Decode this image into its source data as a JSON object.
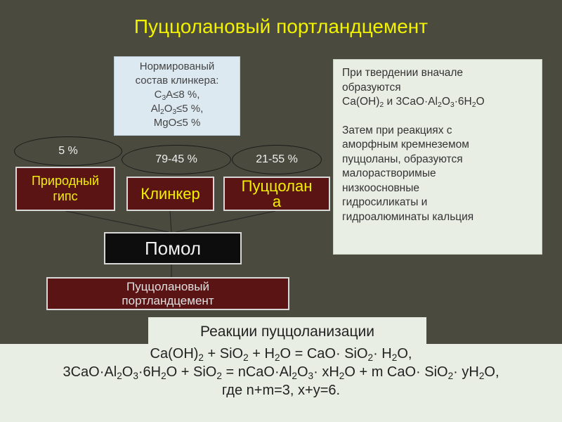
{
  "title": "Пуццолановый портландцемент",
  "clinker_composition": {
    "heading_1": "Нормированый",
    "heading_2": "состав клинкера:",
    "c3a": {
      "c": "C",
      "sub": "3",
      "rest": "A≤8 %,"
    },
    "al2o3": {
      "al": "Al",
      "sub1": "2",
      "o": "O",
      "sub2": "3",
      "rest": "≤5 %,"
    },
    "mgo": "MgO≤5 %"
  },
  "hardening": {
    "line1": "При твердении вначале",
    "line2": "образуются",
    "line3": {
      "a": "Ca(OH)",
      "a_sub": "2",
      "b": " и 3CaO·Al",
      "b_sub": "2",
      "c": "O",
      "c_sub": "3",
      "d": "·6H",
      "d_sub": "2",
      "e": "O"
    },
    "para2": [
      "Затем при реакциях с",
      "аморфным кремнеземом",
      "пуццоланы, образуются",
      "малорастворимые",
      "низкоосновные",
      "гидросиликаты и",
      "гидроалюминаты кальция"
    ]
  },
  "percentages": {
    "gypsum": "5 %",
    "clinker": "79-45 %",
    "pozzolan": "21-55 %"
  },
  "components": {
    "gypsum_1": "Природный",
    "gypsum_2": "гипс",
    "clinker": "Клинкер",
    "pozzolan_1": "Пуццолан",
    "pozzolan_2": "а"
  },
  "milling": "Помол",
  "product": {
    "line1": "Пуццолановый",
    "line2": "портландцемент"
  },
  "reactions": {
    "heading": "Реакции пуццоланизации",
    "r1": {
      "a": "Ca(OH)",
      "a_sub": "2",
      "b": " + SiO",
      "b_sub": "2",
      "c": " + H",
      "c_sub": "2",
      "d": "O = CaO· SiO",
      "d_sub": "2",
      "e": "· H",
      "e_sub": "2",
      "f": "O,"
    },
    "r2": {
      "a": "3CaO·Al",
      "a_sub": "2",
      "b": "O",
      "b_sub": "3",
      "c": "·6H",
      "c_sub": "2",
      "d": "O + SiO",
      "d_sub": "2",
      "e": " = nCaO·Al",
      "e_sub": "2",
      "f": "O",
      "f_sub": "3",
      "g": "· xH",
      "g_sub": "2",
      "h": "O + m CaO· SiO",
      "h_sub": "2",
      "i": "· yH",
      "i_sub": "2",
      "j": "O,"
    },
    "r3": "где n+m=3, x+y=6."
  },
  "colors": {
    "background": "#4a4a3e",
    "title": "#f2f200",
    "component_fill": "#5a1414",
    "milling_fill": "#0d0d0d",
    "panel_fill": "#e9eee5",
    "clinker_panel_fill": "#dde9f1"
  }
}
